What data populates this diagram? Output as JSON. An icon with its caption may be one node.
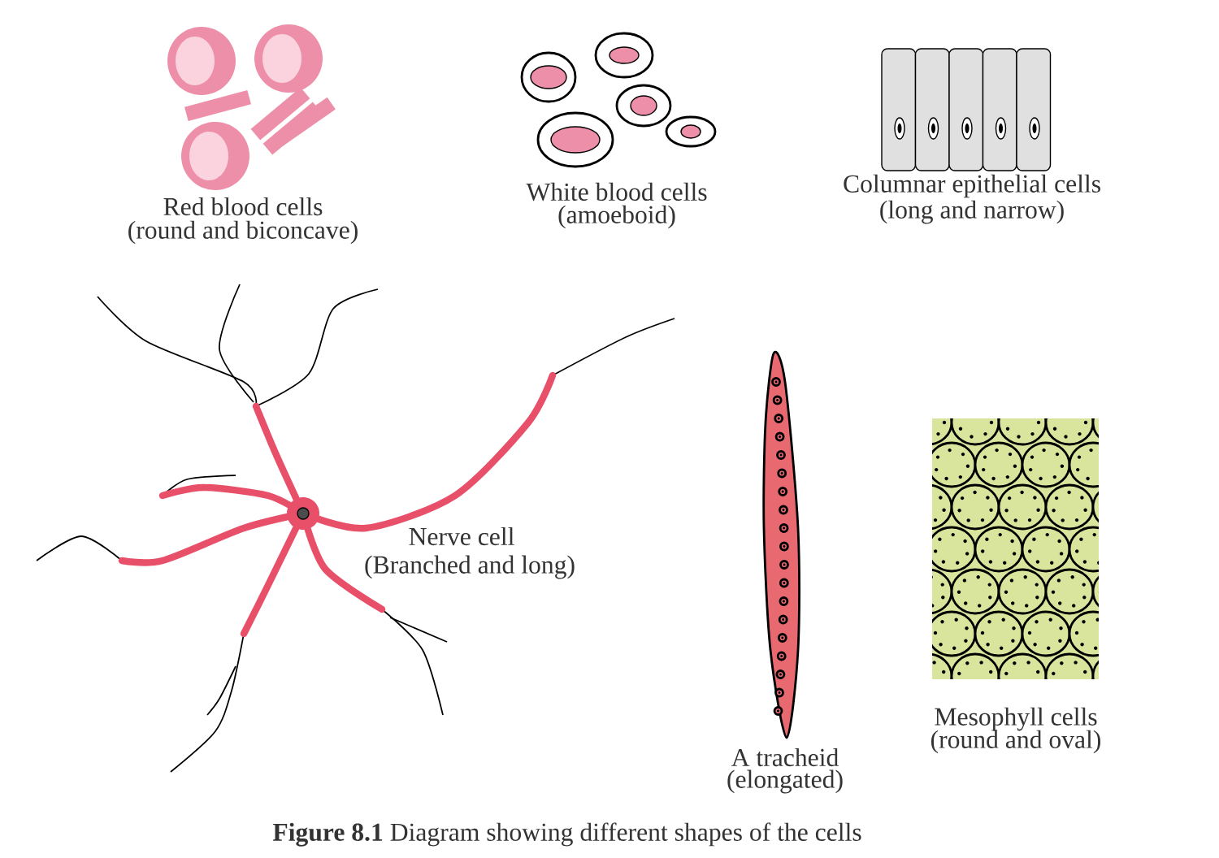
{
  "diagram": {
    "caption": "**Figure 8.1** Diagram showing different shapes of the cells",
    "labels": [
      "Red blood cells",
      "(round and biconcave)",
      "White blood cells",
      "(amoeboid)",
      "Columnar epithelial cells",
      "(long and narrow)",
      "Nerve cell",
      "(Branched and long)",
      "A tracheid",
      "(elongated)",
      "Mesophyll cells",
      "(round and oval)"
    ]
  }
}
